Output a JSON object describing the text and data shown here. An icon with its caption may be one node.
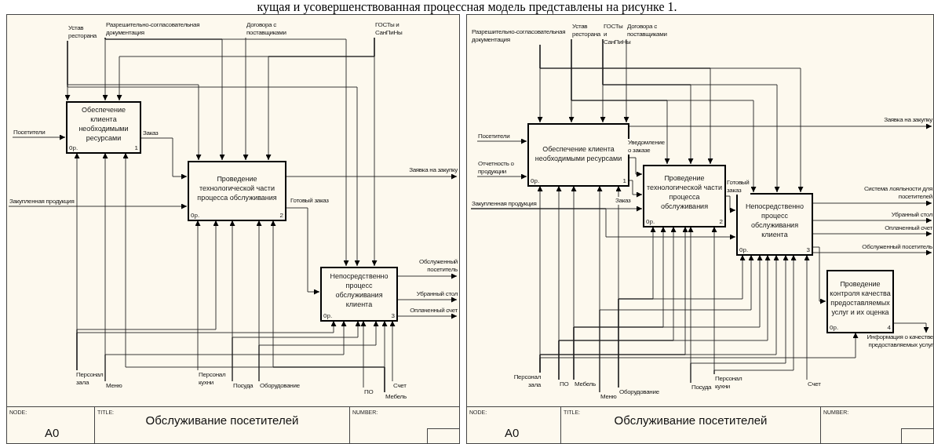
{
  "diagram": {
    "nodes": [
      {
        "text": [],
        "shape": "box"
      },
      {
        "text": [
          "Обеспечение клиента необходимыми ресурсами",
          "0р.",
          "1"
        ],
        "in": 0
      },
      {
        "text": [
          "Проведение технологической части процесса обслуживания",
          "0р.",
          "2"
        ],
        "in": 0
      },
      {
        "text": [
          "Непосредственно процесс обслуживания клиента",
          "0р.",
          "3"
        ],
        "in": 0
      },
      {
        "text": [
          "Устав ресторана"
        ],
        "in": 0
      },
      {
        "text": [
          "Разрешительно-согласовательная документация"
        ],
        "in": 0
      },
      {
        "text": [
          "Договора с поставщиками"
        ],
        "in": 0
      },
      {
        "text": [
          "ГОСТы и СанПиНы"
        ],
        "in": 0
      },
      {
        "text": [
          "Посетители"
        ],
        "in": 0
      },
      {
        "text": [
          "Закупленная продукция"
        ],
        "in": 0
      },
      {
        "text": [
          "Заявка на закупку"
        ],
        "in": 0
      },
      {
        "text": [
          "Обслуженный посетитель"
        ],
        "in": 0
      },
      {
        "text": [
          "Убранный стол"
        ],
        "in": 0
      },
      {
        "text": [
          "Оплаченный счет"
        ],
        "in": 0
      },
      {
        "text": [
          "Персонал зала"
        ],
        "in": 0
      },
      {
        "text": [
          "Меню"
        ],
        "in": 0
      },
      {
        "text": [
          "Персонал кухни"
        ],
        "in": 0
      },
      {
        "text": [
          "Посуда"
        ],
        "in": 0
      },
      {
        "text": [
          "Оборудование"
        ],
        "in": 0
      },
      {
        "text": [
          "ПО"
        ],
        "in": 0
      },
      {
        "text": [
          "Мебель"
        ],
        "in": 0
      },
      {
        "text": [
          "Счет"
        ],
        "in": 0
      },
      {
        "text": [],
        "shape": "box"
      },
      {
        "text": [
          "Обеспечение клиента необходимыми ресурсами",
          "0р.",
          "1"
        ],
        "in": 22
      },
      {
        "text": [
          "Проведение технологической части процесса обслуживания",
          "0р.",
          "2"
        ],
        "in": 22
      },
      {
        "text": [
          "Непосредственно процесс обслуживания клиента",
          "0р.",
          "3"
        ],
        "in": 22
      },
      {
        "text": [
          "Проведение контроля качества предоставляемых услуг и их оценка",
          "0р.",
          "4"
        ],
        "in": 22
      },
      {
        "text": [
          "Разрешительно-согласовательная документация"
        ],
        "in": 22
      },
      {
        "text": [
          "Устав ресторана"
        ],
        "in": 22
      },
      {
        "text": [
          "ГОСТы и СанПиНы"
        ],
        "in": 22
      },
      {
        "text": [
          "Договора с поставщиками"
        ],
        "in": 22
      },
      {
        "text": [
          "Посетители"
        ],
        "in": 22
      },
      {
        "text": [
          "Отчетность о продукции"
        ],
        "in": 22
      },
      {
        "text": [
          "Закупленная продукция"
        ],
        "in": 22
      },
      {
        "text": [
          "Заявка на закупку"
        ],
        "in": 22
      },
      {
        "text": [
          "Система лояльности для посетителей"
        ],
        "in": 22
      },
      {
        "text": [
          "Убранный стол"
        ],
        "in": 22
      },
      {
        "text": [
          "Оплаченный счет"
        ],
        "in": 22
      },
      {
        "text": [
          "Обслуженный посетитель"
        ],
        "in": 22
      },
      {
        "text": [
          "Информация о качестве предоставляемых услуг"
        ],
        "in": 22
      },
      {
        "text": [
          "Персонал зала"
        ],
        "in": 22
      },
      {
        "text": [
          "ПО"
        ],
        "in": 22
      },
      {
        "text": [
          "Мебель"
        ],
        "in": 22
      },
      {
        "text": [
          "Меню"
        ],
        "in": 22
      },
      {
        "text": [
          "Оборудование"
        ],
        "in": 22
      },
      {
        "text": [
          "Посуда"
        ],
        "in": 22
      },
      {
        "text": [
          "Персонал кухни"
        ],
        "in": 22
      },
      {
        "text": [
          "Счет"
        ],
        "in": 22
      }
    ],
    "edges": [
      {
        "from": 4,
        "to": 1,
        "arrow": "to"
      },
      {
        "from": 4,
        "to": 2,
        "arrow": "to"
      },
      {
        "from": 4,
        "to": 3,
        "arrow": "to"
      },
      {
        "from": 5,
        "to": 1,
        "arrow": "to"
      },
      {
        "from": 5,
        "to": 2,
        "arrow": "to"
      },
      {
        "from": 5,
        "to": 3,
        "arrow": "to"
      },
      {
        "from": 6,
        "to": 2,
        "arrow": "to"
      },
      {
        "from": 7,
        "to": 1,
        "arrow": "to"
      },
      {
        "from": 7,
        "to": 2,
        "arrow": "to"
      },
      {
        "from": 7,
        "to": 3,
        "arrow": "to"
      },
      {
        "from": 8,
        "to": 1,
        "arrow": "to"
      },
      {
        "from": 9,
        "to": 2,
        "arrow": "to"
      },
      {
        "from": 1,
        "to": 2,
        "arrow": "to",
        "label": "Заказ"
      },
      {
        "from": 2,
        "to": 10,
        "arrow": "to"
      },
      {
        "from": 2,
        "to": 3,
        "arrow": "to",
        "label": "Готовый заказ"
      },
      {
        "from": 3,
        "to": 11,
        "arrow": "to"
      },
      {
        "from": 3,
        "to": 12,
        "arrow": "to"
      },
      {
        "from": 3,
        "to": 13,
        "arrow": "to"
      },
      {
        "from": 14,
        "to": 1,
        "arrow": "to"
      },
      {
        "from": 14,
        "to": 2,
        "arrow": "to"
      },
      {
        "from": 14,
        "to": 3,
        "arrow": "to"
      },
      {
        "from": 15,
        "to": 1,
        "arrow": "to"
      },
      {
        "from": 15,
        "to": 3,
        "arrow": "to"
      },
      {
        "from": 20,
        "to": 1,
        "arrow": "to"
      },
      {
        "from": 20,
        "to": 2,
        "arrow": "to"
      },
      {
        "from": 20,
        "to": 3,
        "arrow": "to"
      },
      {
        "from": 16,
        "to": 2,
        "arrow": "to"
      },
      {
        "from": 17,
        "to": 2,
        "arrow": "to"
      },
      {
        "from": 17,
        "to": 3,
        "arrow": "to"
      },
      {
        "from": 18,
        "to": 2,
        "arrow": "to"
      },
      {
        "from": 18,
        "to": 3,
        "arrow": "to"
      },
      {
        "from": 19,
        "to": 3,
        "arrow": "to"
      },
      {
        "from": 21,
        "to": 3,
        "arrow": "to"
      },
      {
        "from": 27,
        "to": 23,
        "arrow": "to"
      },
      {
        "from": 27,
        "to": 24,
        "arrow": "to"
      },
      {
        "from": 27,
        "to": 25,
        "arrow": "to"
      },
      {
        "from": 28,
        "to": 23,
        "arrow": "to"
      },
      {
        "from": 28,
        "to": 24,
        "arrow": "to"
      },
      {
        "from": 28,
        "to": 25,
        "arrow": "to"
      },
      {
        "from": 29,
        "to": 23,
        "arrow": "to"
      },
      {
        "from": 29,
        "to": 24,
        "arrow": "to"
      },
      {
        "from": 29,
        "to": 25,
        "arrow": "to"
      },
      {
        "from": 30,
        "to": 23,
        "arrow": "to"
      },
      {
        "from": 31,
        "to": 23,
        "arrow": "to"
      },
      {
        "from": 32,
        "to": 23,
        "arrow": "to"
      },
      {
        "from": 33,
        "to": 24,
        "arrow": "to"
      },
      {
        "from": 33,
        "to": 25,
        "arrow": "to"
      },
      {
        "from": 23,
        "to": 24,
        "arrow": "to",
        "label": "Уведомление о заказе"
      },
      {
        "from": 23,
        "to": 24,
        "arrow": "to",
        "label": "Заказ"
      },
      {
        "from": 24,
        "to": 25,
        "arrow": "to",
        "label": "Готовый заказ"
      },
      {
        "from": 23,
        "to": 34,
        "arrow": "to"
      },
      {
        "from": 25,
        "to": 35,
        "arrow": "to"
      },
      {
        "from": 25,
        "to": 36,
        "arrow": "to"
      },
      {
        "from": 25,
        "to": 37,
        "arrow": "to"
      },
      {
        "from": 25,
        "to": 38,
        "arrow": "to"
      },
      {
        "from": 25,
        "to": 26,
        "arrow": "to"
      },
      {
        "from": 26,
        "to": 39,
        "arrow": "to"
      },
      {
        "from": 40,
        "to": 23,
        "arrow": "to"
      },
      {
        "from": 40,
        "to": 24,
        "arrow": "to"
      },
      {
        "from": 40,
        "to": 25,
        "arrow": "to"
      },
      {
        "from": 40,
        "to": 26,
        "arrow": "to"
      },
      {
        "from": 41,
        "to": 23,
        "arrow": "to"
      },
      {
        "from": 41,
        "to": 24,
        "arrow": "to"
      },
      {
        "from": 41,
        "to": 25,
        "arrow": "to"
      },
      {
        "from": 42,
        "to": 23,
        "arrow": "to"
      },
      {
        "from": 42,
        "to": 24,
        "arrow": "to"
      },
      {
        "from": 42,
        "to": 25,
        "arrow": "to"
      },
      {
        "from": 43,
        "to": 23,
        "arrow": "to"
      },
      {
        "from": 43,
        "to": 25,
        "arrow": "to"
      },
      {
        "from": 44,
        "to": 23,
        "arrow": "to"
      },
      {
        "from": 44,
        "to": 24,
        "arrow": "to"
      },
      {
        "from": 44,
        "to": 25,
        "arrow": "to"
      },
      {
        "from": 45,
        "to": 24,
        "arrow": "to"
      },
      {
        "from": 45,
        "to": 25,
        "arrow": "to"
      },
      {
        "from": 46,
        "to": 24,
        "arrow": "to"
      },
      {
        "from": 46,
        "to": 25,
        "arrow": "to"
      },
      {
        "from": 47,
        "to": 25,
        "arrow": "to"
      }
    ],
    "labels": [
      "кущая и усовершенствованная процессная модель представлены на рисунке 1.",
      "NODE:",
      "A0",
      "TITLE:",
      "Обслуживание посетителей",
      "NUMBER:",
      "NODE:",
      "A0",
      "TITLE:",
      "Обслуживание посетителей",
      "NUMBER:"
    ]
  }
}
